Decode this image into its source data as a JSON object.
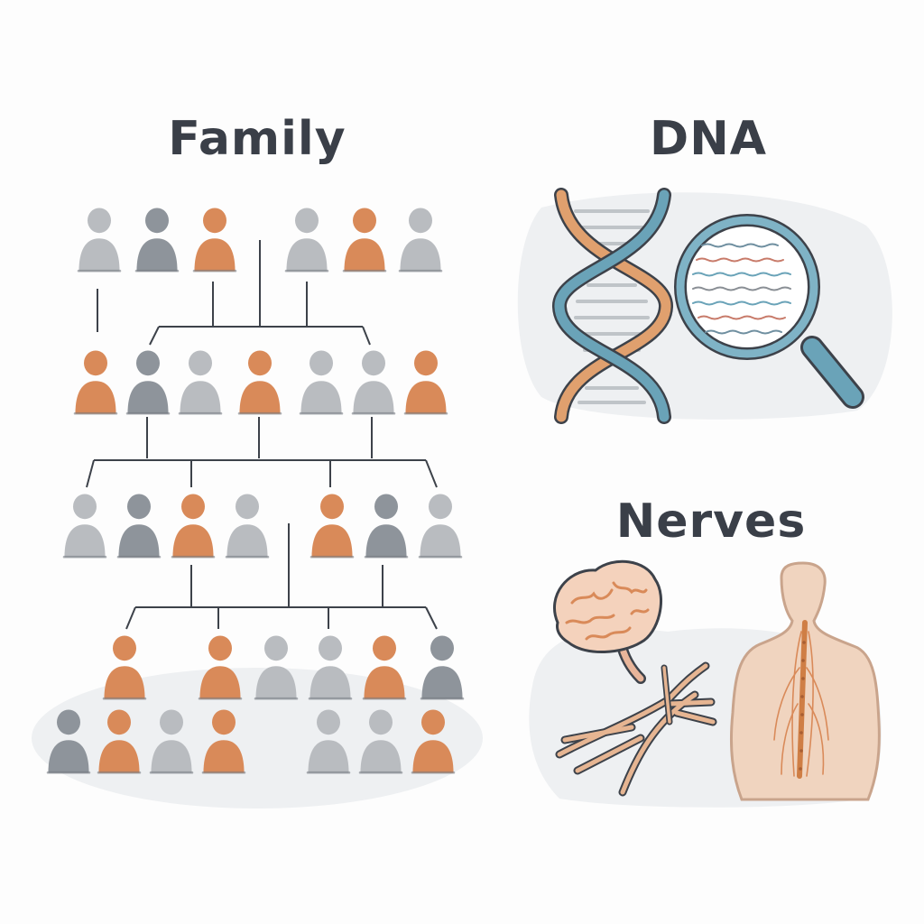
{
  "titles": {
    "family": "Family",
    "dna": "DNA",
    "nerves": "Nerves"
  },
  "colors": {
    "orange": "#d98a59",
    "gray_light": "#b9bcc0",
    "gray_dark": "#8e949b",
    "line": "#3d424a",
    "helix_blue": "#6aa3b8",
    "helix_orange": "#e0a06e",
    "skin": "#f0d4bf",
    "nerve": "#cf7e45"
  },
  "family_tree": {
    "generations": [
      [
        "gray",
        "dark",
        "orange",
        "gray",
        "orange",
        "gray"
      ],
      [
        "orange",
        "dark",
        "gray",
        "orange",
        "gray",
        "gray",
        "orange"
      ],
      [
        "gray",
        "dark",
        "orange",
        "gray",
        "orange",
        "dark",
        "gray"
      ],
      [
        "orange",
        "orange",
        "gray",
        "gray",
        "orange",
        "dark"
      ],
      [
        "dark",
        "orange",
        "gray",
        "orange",
        "gray",
        "gray",
        "orange"
      ]
    ]
  },
  "icons": {
    "dna": "dna-helix-icon",
    "magnifier": "magnifying-glass-icon",
    "brain": "brain-icon",
    "nerves": "nerve-fibers-icon",
    "body": "human-back-spine-icon",
    "person": "person-icon"
  }
}
